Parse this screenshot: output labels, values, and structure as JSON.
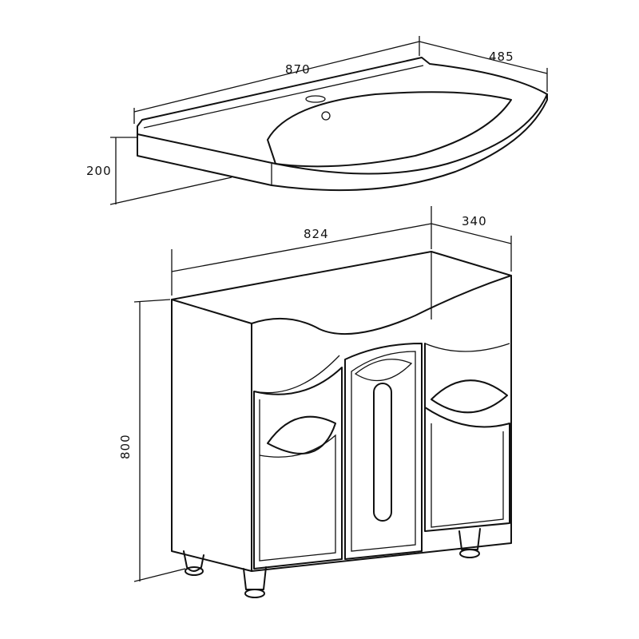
{
  "title": "Vanity unit with washbasin – dimensions",
  "washbasin": {
    "width": "870",
    "depth": "485",
    "height": "200"
  },
  "cabinet": {
    "width": "824",
    "depth": "340",
    "height": "800"
  },
  "colors": {
    "line": "#111111",
    "background": "#ffffff"
  }
}
